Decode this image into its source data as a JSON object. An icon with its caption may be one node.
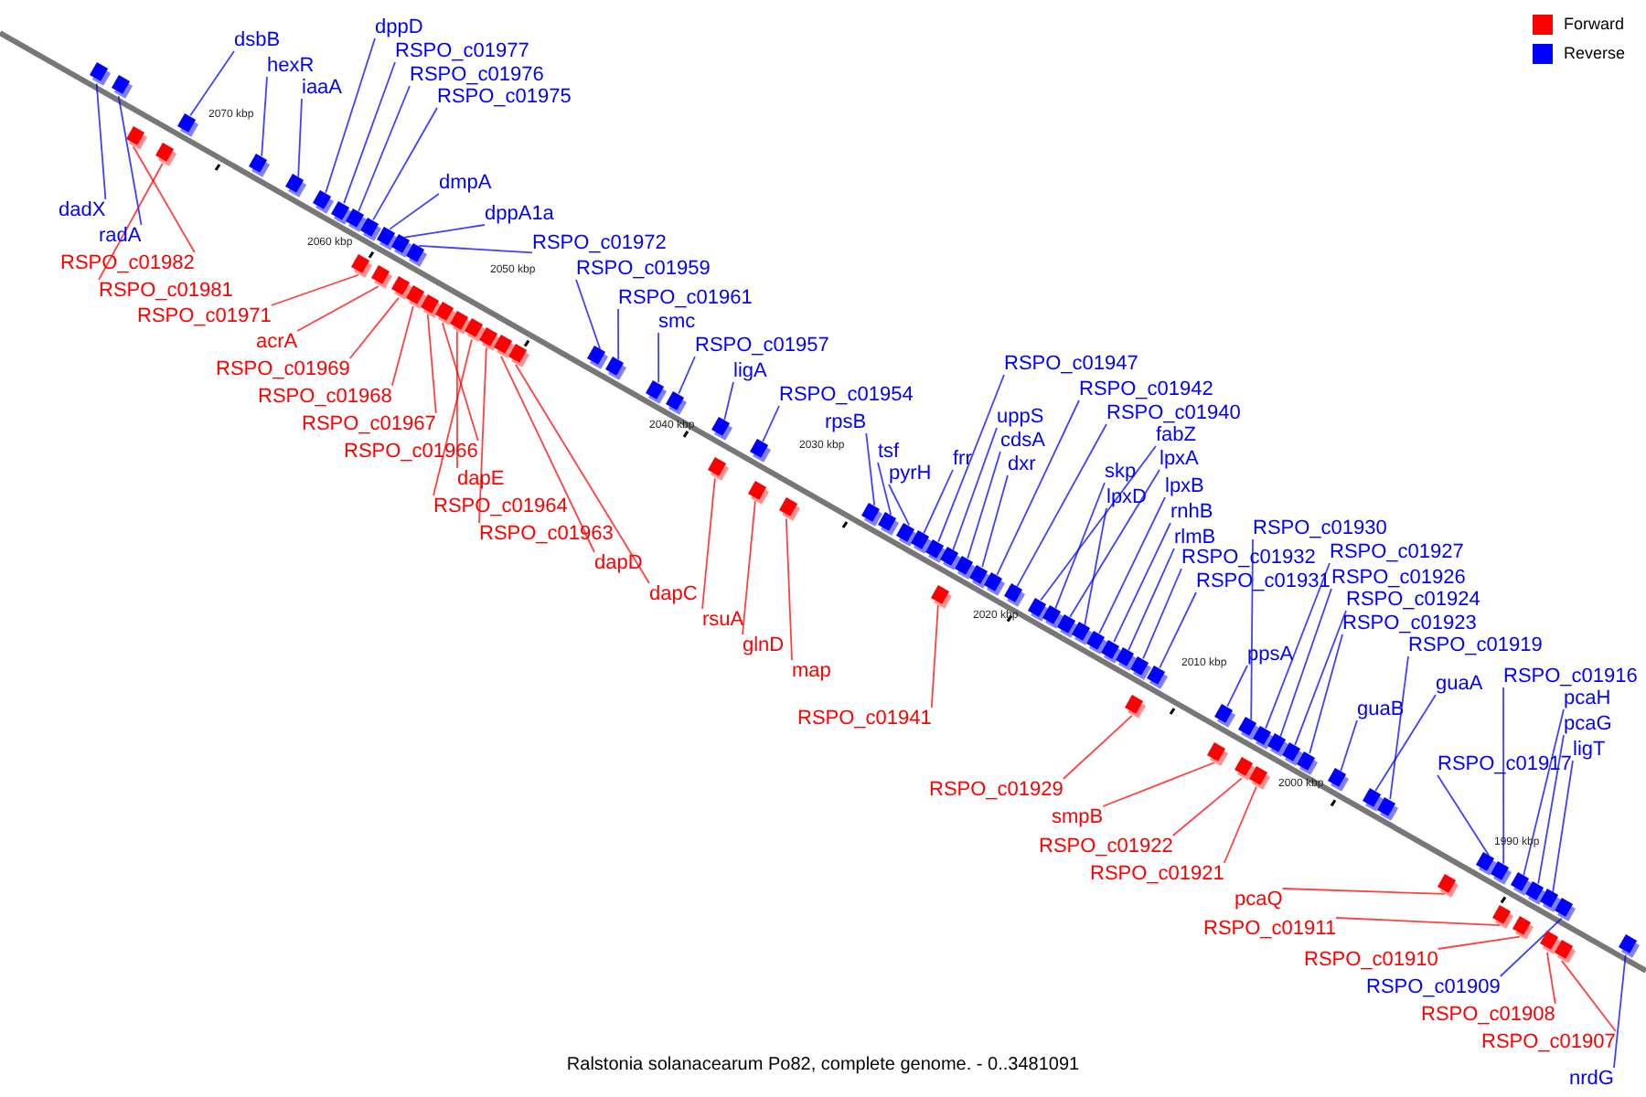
{
  "diagram": {
    "caption": "Ralstonia solanacearum Po82, complete genome. - 0..3481091",
    "nodes": [
      {
        "text": [
          "dppD"
        ]
      },
      {
        "text": [
          "dsbB"
        ]
      },
      {
        "text": [
          "RSPO_c01977"
        ]
      },
      {
        "text": [
          "hexR"
        ]
      },
      {
        "text": [
          "RSPO_c01976"
        ]
      },
      {
        "text": [
          "iaaA"
        ]
      },
      {
        "text": [
          "RSPO_c01975"
        ]
      },
      {
        "text": [
          "dmpA"
        ]
      },
      {
        "text": [
          "dadX"
        ]
      },
      {
        "text": [
          "dppA1a"
        ]
      },
      {
        "text": [
          "radA"
        ]
      },
      {
        "text": [
          "RSPO_c01972"
        ]
      },
      {
        "text": [
          "RSPO_c01982"
        ]
      },
      {
        "text": [
          "RSPO_c01959"
        ]
      },
      {
        "text": [
          "RSPO_c01981"
        ]
      },
      {
        "text": [
          "RSPO_c01961"
        ]
      },
      {
        "text": [
          "RSPO_c01971"
        ]
      },
      {
        "text": [
          "smc"
        ]
      },
      {
        "text": [
          "acrA"
        ]
      },
      {
        "text": [
          "RSPO_c01957"
        ]
      },
      {
        "text": [
          "RSPO_c01947"
        ]
      },
      {
        "text": [
          "RSPO_c01969"
        ]
      },
      {
        "text": [
          "ligA"
        ]
      },
      {
        "text": [
          "RSPO_c01942"
        ]
      },
      {
        "text": [
          "RSPO_c01954"
        ]
      },
      {
        "text": [
          "RSPO_c01968"
        ]
      },
      {
        "text": [
          "RSPO_c01940"
        ]
      },
      {
        "text": [
          "uppS"
        ]
      },
      {
        "text": [
          "rpsB"
        ]
      },
      {
        "text": [
          "RSPO_c01967"
        ]
      },
      {
        "text": [
          "fabZ"
        ]
      },
      {
        "text": [
          "cdsA"
        ]
      },
      {
        "text": [
          "tsf"
        ]
      },
      {
        "text": [
          "RSPO_c01966"
        ]
      },
      {
        "text": [
          "frr"
        ]
      },
      {
        "text": [
          "lpxA"
        ]
      },
      {
        "text": [
          "dxr"
        ]
      },
      {
        "text": [
          "skp"
        ]
      },
      {
        "text": [
          "pyrH"
        ]
      },
      {
        "text": [
          "dapE"
        ]
      },
      {
        "text": [
          "lpxB"
        ]
      },
      {
        "text": [
          "lpxD"
        ]
      },
      {
        "text": [
          "RSPO_c01964"
        ]
      },
      {
        "text": [
          "rnhB"
        ]
      },
      {
        "text": [
          "RSPO_c01930"
        ]
      },
      {
        "text": [
          "RSPO_c01963"
        ]
      },
      {
        "text": [
          "rlmB"
        ]
      },
      {
        "text": [
          "RSPO_c01927"
        ]
      },
      {
        "text": [
          "RSPO_c01932"
        ]
      },
      {
        "text": [
          "dapD"
        ]
      },
      {
        "text": [
          "RSPO_c01926"
        ]
      },
      {
        "text": [
          "RSPO_c01931"
        ]
      },
      {
        "text": [
          "RSPO_c01924"
        ]
      },
      {
        "text": [
          "dapC"
        ]
      },
      {
        "text": [
          "RSPO_c01923"
        ]
      },
      {
        "text": [
          "rsuA"
        ]
      },
      {
        "text": [
          "RSPO_c01919"
        ]
      },
      {
        "text": [
          "glnD"
        ]
      },
      {
        "text": [
          "ppsA"
        ]
      },
      {
        "text": [
          "map"
        ]
      },
      {
        "text": [
          "RSPO_c01916"
        ]
      },
      {
        "text": [
          "guaA"
        ]
      },
      {
        "text": [
          "pcaH"
        ]
      },
      {
        "text": [
          "guaB"
        ]
      },
      {
        "text": [
          "RSPO_c01941"
        ]
      },
      {
        "text": [
          "pcaG"
        ]
      },
      {
        "text": [
          "ligT"
        ]
      },
      {
        "text": [
          "RSPO_c01917"
        ]
      },
      {
        "text": [
          "RSPO_c01929"
        ]
      },
      {
        "text": [
          "smpB"
        ]
      },
      {
        "text": [
          "RSPO_c01922"
        ]
      },
      {
        "text": [
          "RSPO_c01921"
        ]
      },
      {
        "text": [
          "pcaQ"
        ]
      },
      {
        "text": [
          "RSPO_c01911"
        ]
      },
      {
        "text": [
          "RSPO_c01910"
        ]
      },
      {
        "text": [
          "RSPO_c01909"
        ]
      },
      {
        "text": [
          "RSPO_c01908"
        ]
      },
      {
        "text": [
          "RSPO_c01907"
        ]
      },
      {
        "text": [
          "nrdG"
        ]
      },
      {
        "text": [],
        "shape": "box"
      },
      {
        "text": [],
        "shape": "box"
      },
      {
        "text": [],
        "shape": "box"
      },
      {
        "text": [],
        "shape": "box"
      },
      {
        "text": [],
        "shape": "box"
      },
      {
        "text": [],
        "shape": "box"
      },
      {
        "text": [],
        "shape": "box"
      },
      {
        "text": [],
        "shape": "box"
      },
      {
        "text": [],
        "shape": "box"
      },
      {
        "text": [],
        "shape": "box"
      },
      {
        "text": [],
        "shape": "box"
      },
      {
        "text": [],
        "shape": "box"
      },
      {
        "text": [],
        "shape": "box"
      },
      {
        "text": [],
        "shape": "box"
      },
      {
        "text": [],
        "shape": "box"
      },
      {
        "text": [],
        "shape": "box"
      },
      {
        "text": [],
        "shape": "box"
      },
      {
        "text": [],
        "shape": "box"
      },
      {
        "text": [],
        "shape": "box"
      },
      {
        "text": [],
        "shape": "box"
      },
      {
        "text": [],
        "shape": "box"
      },
      {
        "text": [],
        "shape": "box"
      },
      {
        "text": [],
        "shape": "box"
      },
      {
        "text": [],
        "shape": "box"
      },
      {
        "text": [],
        "shape": "box"
      },
      {
        "text": [],
        "shape": "box"
      },
      {
        "text": [],
        "shape": "box"
      },
      {
        "text": [],
        "shape": "box"
      },
      {
        "text": [],
        "shape": "box"
      },
      {
        "text": [],
        "shape": "box"
      },
      {
        "text": [],
        "shape": "box"
      },
      {
        "text": [],
        "shape": "box"
      },
      {
        "text": [],
        "shape": "box"
      },
      {
        "text": [],
        "shape": "box"
      },
      {
        "text": [],
        "shape": "box"
      },
      {
        "text": [],
        "shape": "box"
      },
      {
        "text": [],
        "shape": "box"
      },
      {
        "text": [],
        "shape": "box"
      },
      {
        "text": [],
        "shape": "box"
      },
      {
        "text": [],
        "shape": "box"
      },
      {
        "text": [],
        "shape": "box"
      },
      {
        "text": [],
        "shape": "box"
      },
      {
        "text": [],
        "shape": "box"
      },
      {
        "text": [],
        "shape": "box"
      },
      {
        "text": [],
        "shape": "box"
      },
      {
        "text": [],
        "shape": "box"
      },
      {
        "text": [],
        "shape": "box"
      },
      {
        "text": [],
        "shape": "box"
      },
      {
        "text": [],
        "shape": "box"
      },
      {
        "text": [],
        "shape": "box"
      },
      {
        "text": [],
        "shape": "box"
      },
      {
        "text": [],
        "shape": "box"
      },
      {
        "text": [],
        "shape": "box"
      },
      {
        "text": [],
        "shape": "box"
      },
      {
        "text": [],
        "shape": "box"
      },
      {
        "text": [],
        "shape": "box"
      },
      {
        "text": [],
        "shape": "box"
      },
      {
        "text": [],
        "shape": "box"
      },
      {
        "text": [],
        "shape": "box"
      },
      {
        "text": [],
        "shape": "box"
      },
      {
        "text": [],
        "shape": "box"
      },
      {
        "text": [],
        "shape": "box"
      },
      {
        "text": [],
        "shape": "box"
      },
      {
        "text": [],
        "shape": "box"
      },
      {
        "text": [],
        "shape": "box"
      },
      {
        "text": [],
        "shape": "box"
      },
      {
        "text": [],
        "shape": "box"
      },
      {
        "text": [],
        "shape": "box"
      },
      {
        "text": [],
        "shape": "box"
      },
      {
        "text": [],
        "shape": "box"
      },
      {
        "text": [],
        "shape": "box"
      },
      {
        "text": [],
        "shape": "box"
      },
      {
        "text": [],
        "shape": "box"
      },
      {
        "text": [],
        "shape": "box"
      },
      {
        "text": [],
        "shape": "box"
      },
      {
        "text": [],
        "shape": "box"
      },
      {
        "text": [],
        "shape": "box"
      },
      {
        "text": [],
        "shape": "box"
      },
      {
        "text": [],
        "shape": "box"
      }
    ],
    "edges": [
      {
        "from": 0,
        "to": 86,
        "arrow": "none"
      },
      {
        "from": 1,
        "to": 83,
        "arrow": "none"
      },
      {
        "from": 2,
        "to": 87,
        "arrow": "none"
      },
      {
        "from": 3,
        "to": 84,
        "arrow": "none"
      },
      {
        "from": 4,
        "to": 88,
        "arrow": "none"
      },
      {
        "from": 5,
        "to": 85,
        "arrow": "none"
      },
      {
        "from": 6,
        "to": 89,
        "arrow": "none"
      },
      {
        "from": 7,
        "to": 91,
        "arrow": "none"
      },
      {
        "from": 8,
        "to": 79,
        "arrow": "none"
      },
      {
        "from": 9,
        "to": 92,
        "arrow": "none"
      },
      {
        "from": 10,
        "to": 80,
        "arrow": "none"
      },
      {
        "from": 11,
        "to": 94,
        "arrow": "none"
      },
      {
        "from": 12,
        "to": 81,
        "arrow": "none",
        "color": "#ff0000"
      },
      {
        "from": 13,
        "to": 104,
        "arrow": "none"
      },
      {
        "from": 14,
        "to": 82,
        "arrow": "none",
        "color": "#ff0000"
      },
      {
        "from": 15,
        "to": 105,
        "arrow": "none"
      },
      {
        "from": 16,
        "to": 90,
        "arrow": "none",
        "color": "#ff0000"
      },
      {
        "from": 17,
        "to": 106,
        "arrow": "none"
      },
      {
        "from": 18,
        "to": 93,
        "arrow": "none",
        "color": "#ff0000"
      },
      {
        "from": 19,
        "to": 107,
        "arrow": "none"
      },
      {
        "from": 20,
        "to": 117,
        "arrow": "none"
      },
      {
        "from": 21,
        "to": 95,
        "arrow": "none",
        "color": "#ff0000"
      },
      {
        "from": 22,
        "to": 108,
        "arrow": "none"
      },
      {
        "from": 23,
        "to": 122,
        "arrow": "none"
      },
      {
        "from": 24,
        "to": 110,
        "arrow": "none"
      },
      {
        "from": 25,
        "to": 96,
        "arrow": "none",
        "color": "#ff0000"
      },
      {
        "from": 26,
        "to": 123,
        "arrow": "none"
      },
      {
        "from": 27,
        "to": 118,
        "arrow": "none"
      },
      {
        "from": 28,
        "to": 113,
        "arrow": "none"
      },
      {
        "from": 29,
        "to": 97,
        "arrow": "none",
        "color": "#ff0000"
      },
      {
        "from": 30,
        "to": 124,
        "arrow": "none"
      },
      {
        "from": 31,
        "to": 119,
        "arrow": "none"
      },
      {
        "from": 32,
        "to": 114,
        "arrow": "none"
      },
      {
        "from": 33,
        "to": 98,
        "arrow": "none",
        "color": "#ff0000"
      },
      {
        "from": 34,
        "to": 116,
        "arrow": "none"
      },
      {
        "from": 35,
        "to": 126,
        "arrow": "none"
      },
      {
        "from": 36,
        "to": 120,
        "arrow": "none"
      },
      {
        "from": 37,
        "to": 125,
        "arrow": "none"
      },
      {
        "from": 38,
        "to": 115,
        "arrow": "none"
      },
      {
        "from": 39,
        "to": 99,
        "arrow": "none",
        "color": "#ff0000"
      },
      {
        "from": 40,
        "to": 128,
        "arrow": "none"
      },
      {
        "from": 41,
        "to": 127,
        "arrow": "none"
      },
      {
        "from": 42,
        "to": 100,
        "arrow": "none",
        "color": "#ff0000"
      },
      {
        "from": 43,
        "to": 129,
        "arrow": "none"
      },
      {
        "from": 44,
        "to": 136,
        "arrow": "none"
      },
      {
        "from": 45,
        "to": 101,
        "arrow": "none",
        "color": "#ff0000"
      },
      {
        "from": 46,
        "to": 130,
        "arrow": "none"
      },
      {
        "from": 47,
        "to": 137,
        "arrow": "none"
      },
      {
        "from": 48,
        "to": 131,
        "arrow": "none"
      },
      {
        "from": 49,
        "to": 102,
        "arrow": "none",
        "color": "#ff0000"
      },
      {
        "from": 50,
        "to": 139,
        "arrow": "none"
      },
      {
        "from": 51,
        "to": 133,
        "arrow": "none"
      },
      {
        "from": 52,
        "to": 141,
        "arrow": "none"
      },
      {
        "from": 53,
        "to": 103,
        "arrow": "none",
        "color": "#ff0000"
      },
      {
        "from": 54,
        "to": 142,
        "arrow": "none"
      },
      {
        "from": 55,
        "to": 109,
        "arrow": "none",
        "color": "#ff0000"
      },
      {
        "from": 56,
        "to": 145,
        "arrow": "none"
      },
      {
        "from": 57,
        "to": 111,
        "arrow": "none",
        "color": "#ff0000"
      },
      {
        "from": 58,
        "to": 134,
        "arrow": "none"
      },
      {
        "from": 59,
        "to": 112,
        "arrow": "none",
        "color": "#ff0000"
      },
      {
        "from": 60,
        "to": 148,
        "arrow": "none"
      },
      {
        "from": 61,
        "to": 144,
        "arrow": "none"
      },
      {
        "from": 62,
        "to": 149,
        "arrow": "none"
      },
      {
        "from": 63,
        "to": 143,
        "arrow": "none"
      },
      {
        "from": 64,
        "to": 121,
        "arrow": "none",
        "color": "#ff0000"
      },
      {
        "from": 65,
        "to": 151,
        "arrow": "none"
      },
      {
        "from": 66,
        "to": 153,
        "arrow": "none"
      },
      {
        "from": 67,
        "to": 147,
        "arrow": "none"
      },
      {
        "from": 68,
        "to": 132,
        "arrow": "none",
        "color": "#ff0000"
      },
      {
        "from": 69,
        "to": 135,
        "arrow": "none",
        "color": "#ff0000"
      },
      {
        "from": 70,
        "to": 138,
        "arrow": "none",
        "color": "#ff0000"
      },
      {
        "from": 71,
        "to": 140,
        "arrow": "none",
        "color": "#ff0000"
      },
      {
        "from": 72,
        "to": 146,
        "arrow": "none",
        "color": "#ff0000"
      },
      {
        "from": 73,
        "to": 150,
        "arrow": "none",
        "color": "#ff0000"
      },
      {
        "from": 74,
        "to": 152,
        "arrow": "none",
        "color": "#ff0000"
      },
      {
        "from": 75,
        "to": 154,
        "arrow": "none"
      },
      {
        "from": 76,
        "to": 155,
        "arrow": "none",
        "color": "#ff0000"
      },
      {
        "from": 77,
        "to": 156,
        "arrow": "none",
        "color": "#ff0000"
      },
      {
        "from": 78,
        "to": 157,
        "arrow": "none"
      }
    ],
    "labels": [
      "2070 kbp",
      "2060 kbp",
      "2050 kbp",
      "2040 kbp",
      "2030 kbp",
      "2020 kbp",
      "2010 kbp",
      "2000 kbp",
      "1990 kbp"
    ],
    "legend": [
      {
        "text": "Forward",
        "color": "#ff0000"
      },
      {
        "text": "Reverse",
        "color": "#0000ff"
      }
    ]
  }
}
